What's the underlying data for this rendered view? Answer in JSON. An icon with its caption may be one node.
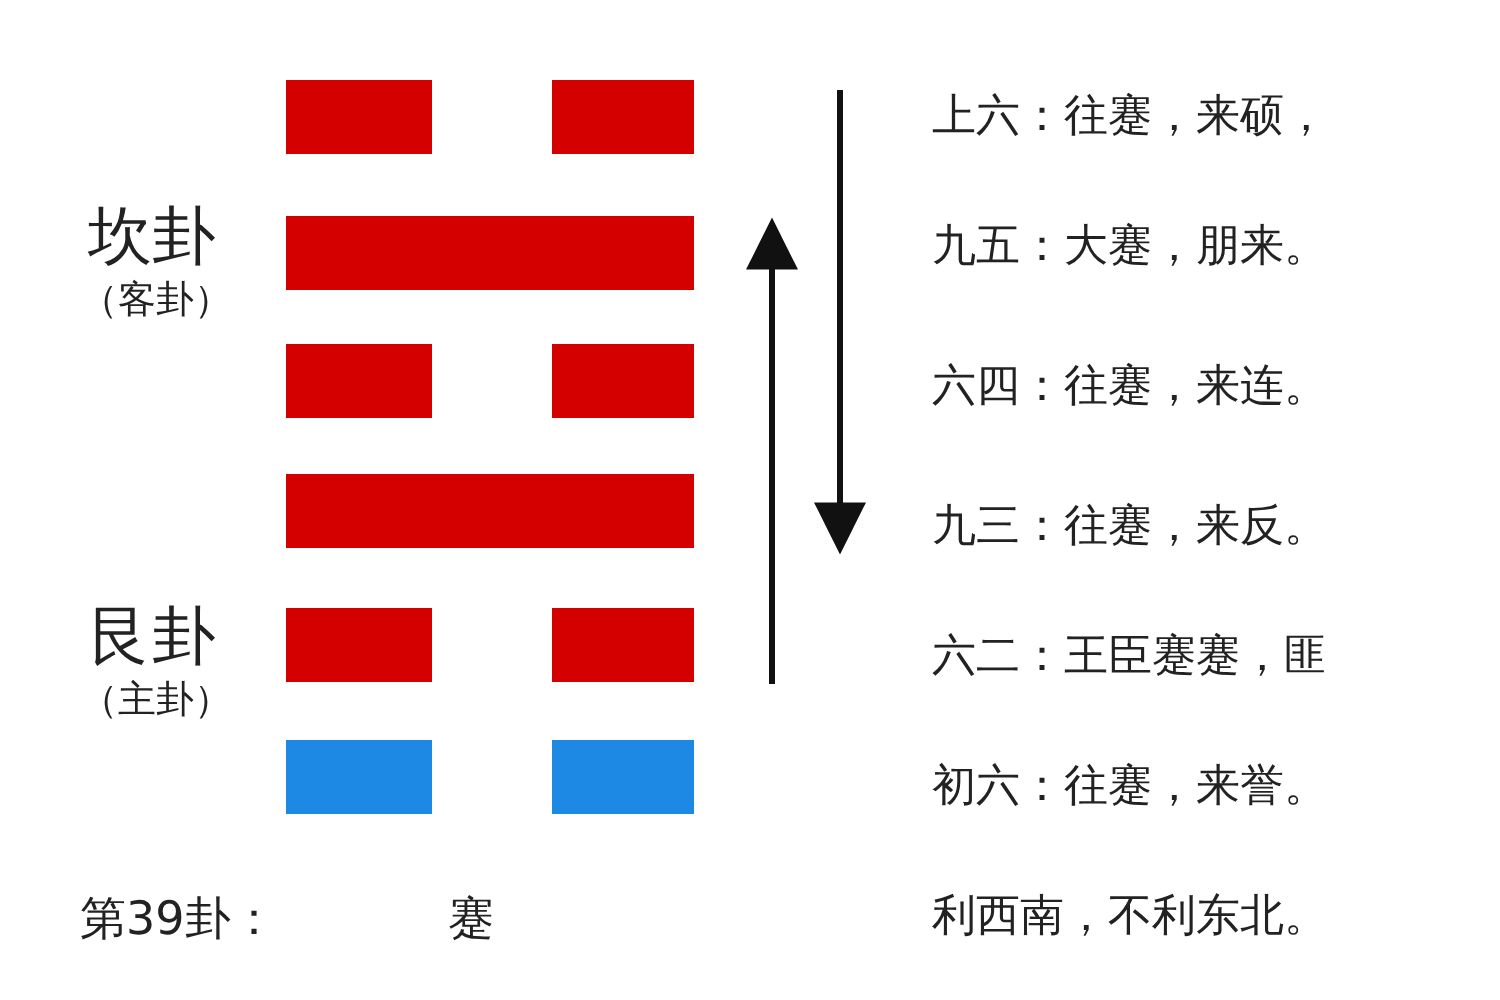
{
  "diagram": {
    "labels": [
      "坎卦",
      "（客卦）",
      "艮卦",
      "（主卦）",
      "第39卦：",
      "蹇",
      "上六：往蹇，来硕，",
      "九五：大蹇，朋来。",
      "六四：往蹇，来连。",
      "九三：往蹇，来反。",
      "六二：王臣蹇蹇，匪",
      "初六：往蹇，来誉。",
      "利西南，不利东北。"
    ]
  }
}
